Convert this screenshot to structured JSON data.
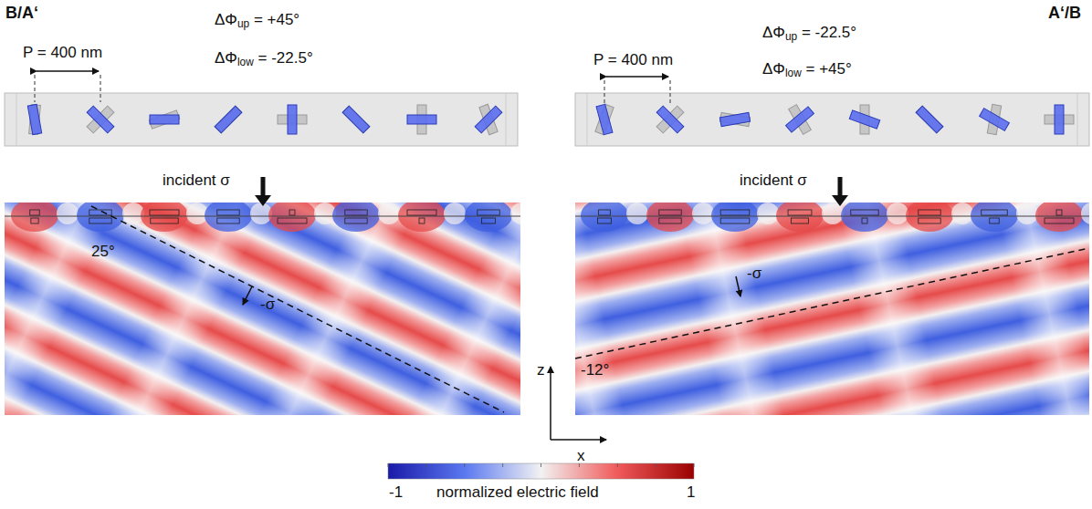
{
  "diagram": {
    "labels": [
      "B/A‘",
      "ΔΦup = +45°",
      "ΔΦlow = -22.5°",
      "P = 400 nm",
      "incident σ",
      "25°",
      "-σ",
      "A‘/B",
      "ΔΦup = -22.5°",
      "ΔΦlow = +45°",
      "P = 400 nm",
      "incident σ",
      "-σ",
      "-12°",
      "z",
      "x",
      "-1",
      "normalized electric field",
      "1"
    ]
  }
}
